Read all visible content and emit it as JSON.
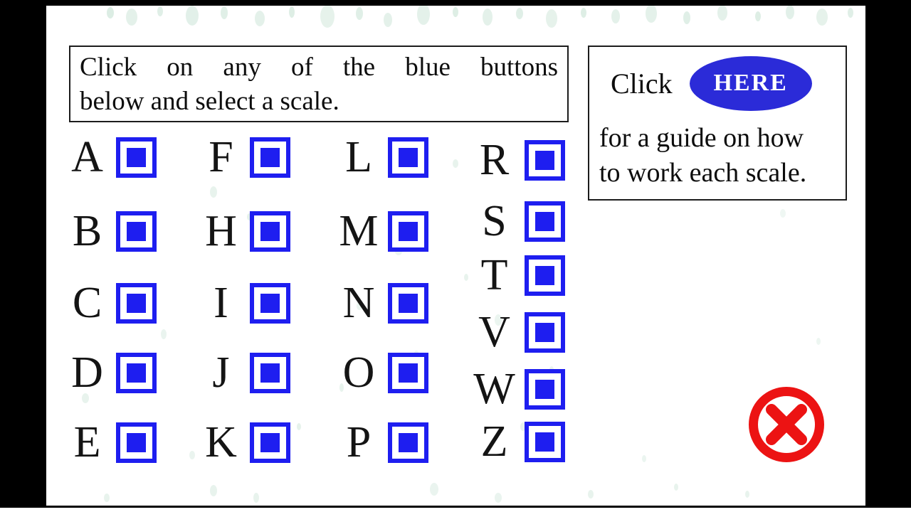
{
  "instruction_box": {
    "line1": "Click on any of the blue buttons",
    "line2": "below and select a scale."
  },
  "guide_box": {
    "click_label": "Click",
    "here_label": "HERE",
    "line1": "for a guide on how",
    "line2": "to work each scale."
  },
  "scale_grid": {
    "columns": [
      {
        "letters": [
          "A",
          "B",
          "C",
          "D",
          "E"
        ]
      },
      {
        "letters": [
          "F",
          "H",
          "I",
          "J",
          "K"
        ]
      },
      {
        "letters": [
          "L",
          "M",
          "N",
          "O",
          "P"
        ]
      },
      {
        "letters": [
          "R",
          "S",
          "T",
          "V",
          "W",
          "Z"
        ]
      }
    ]
  },
  "colors": {
    "button_blue": "#1e1ef0",
    "here_ellipse_blue": "#2b2bd8",
    "close_red": "#ec1313",
    "speckle_teal": "#d8ebe1",
    "frame_black": "#000000"
  }
}
